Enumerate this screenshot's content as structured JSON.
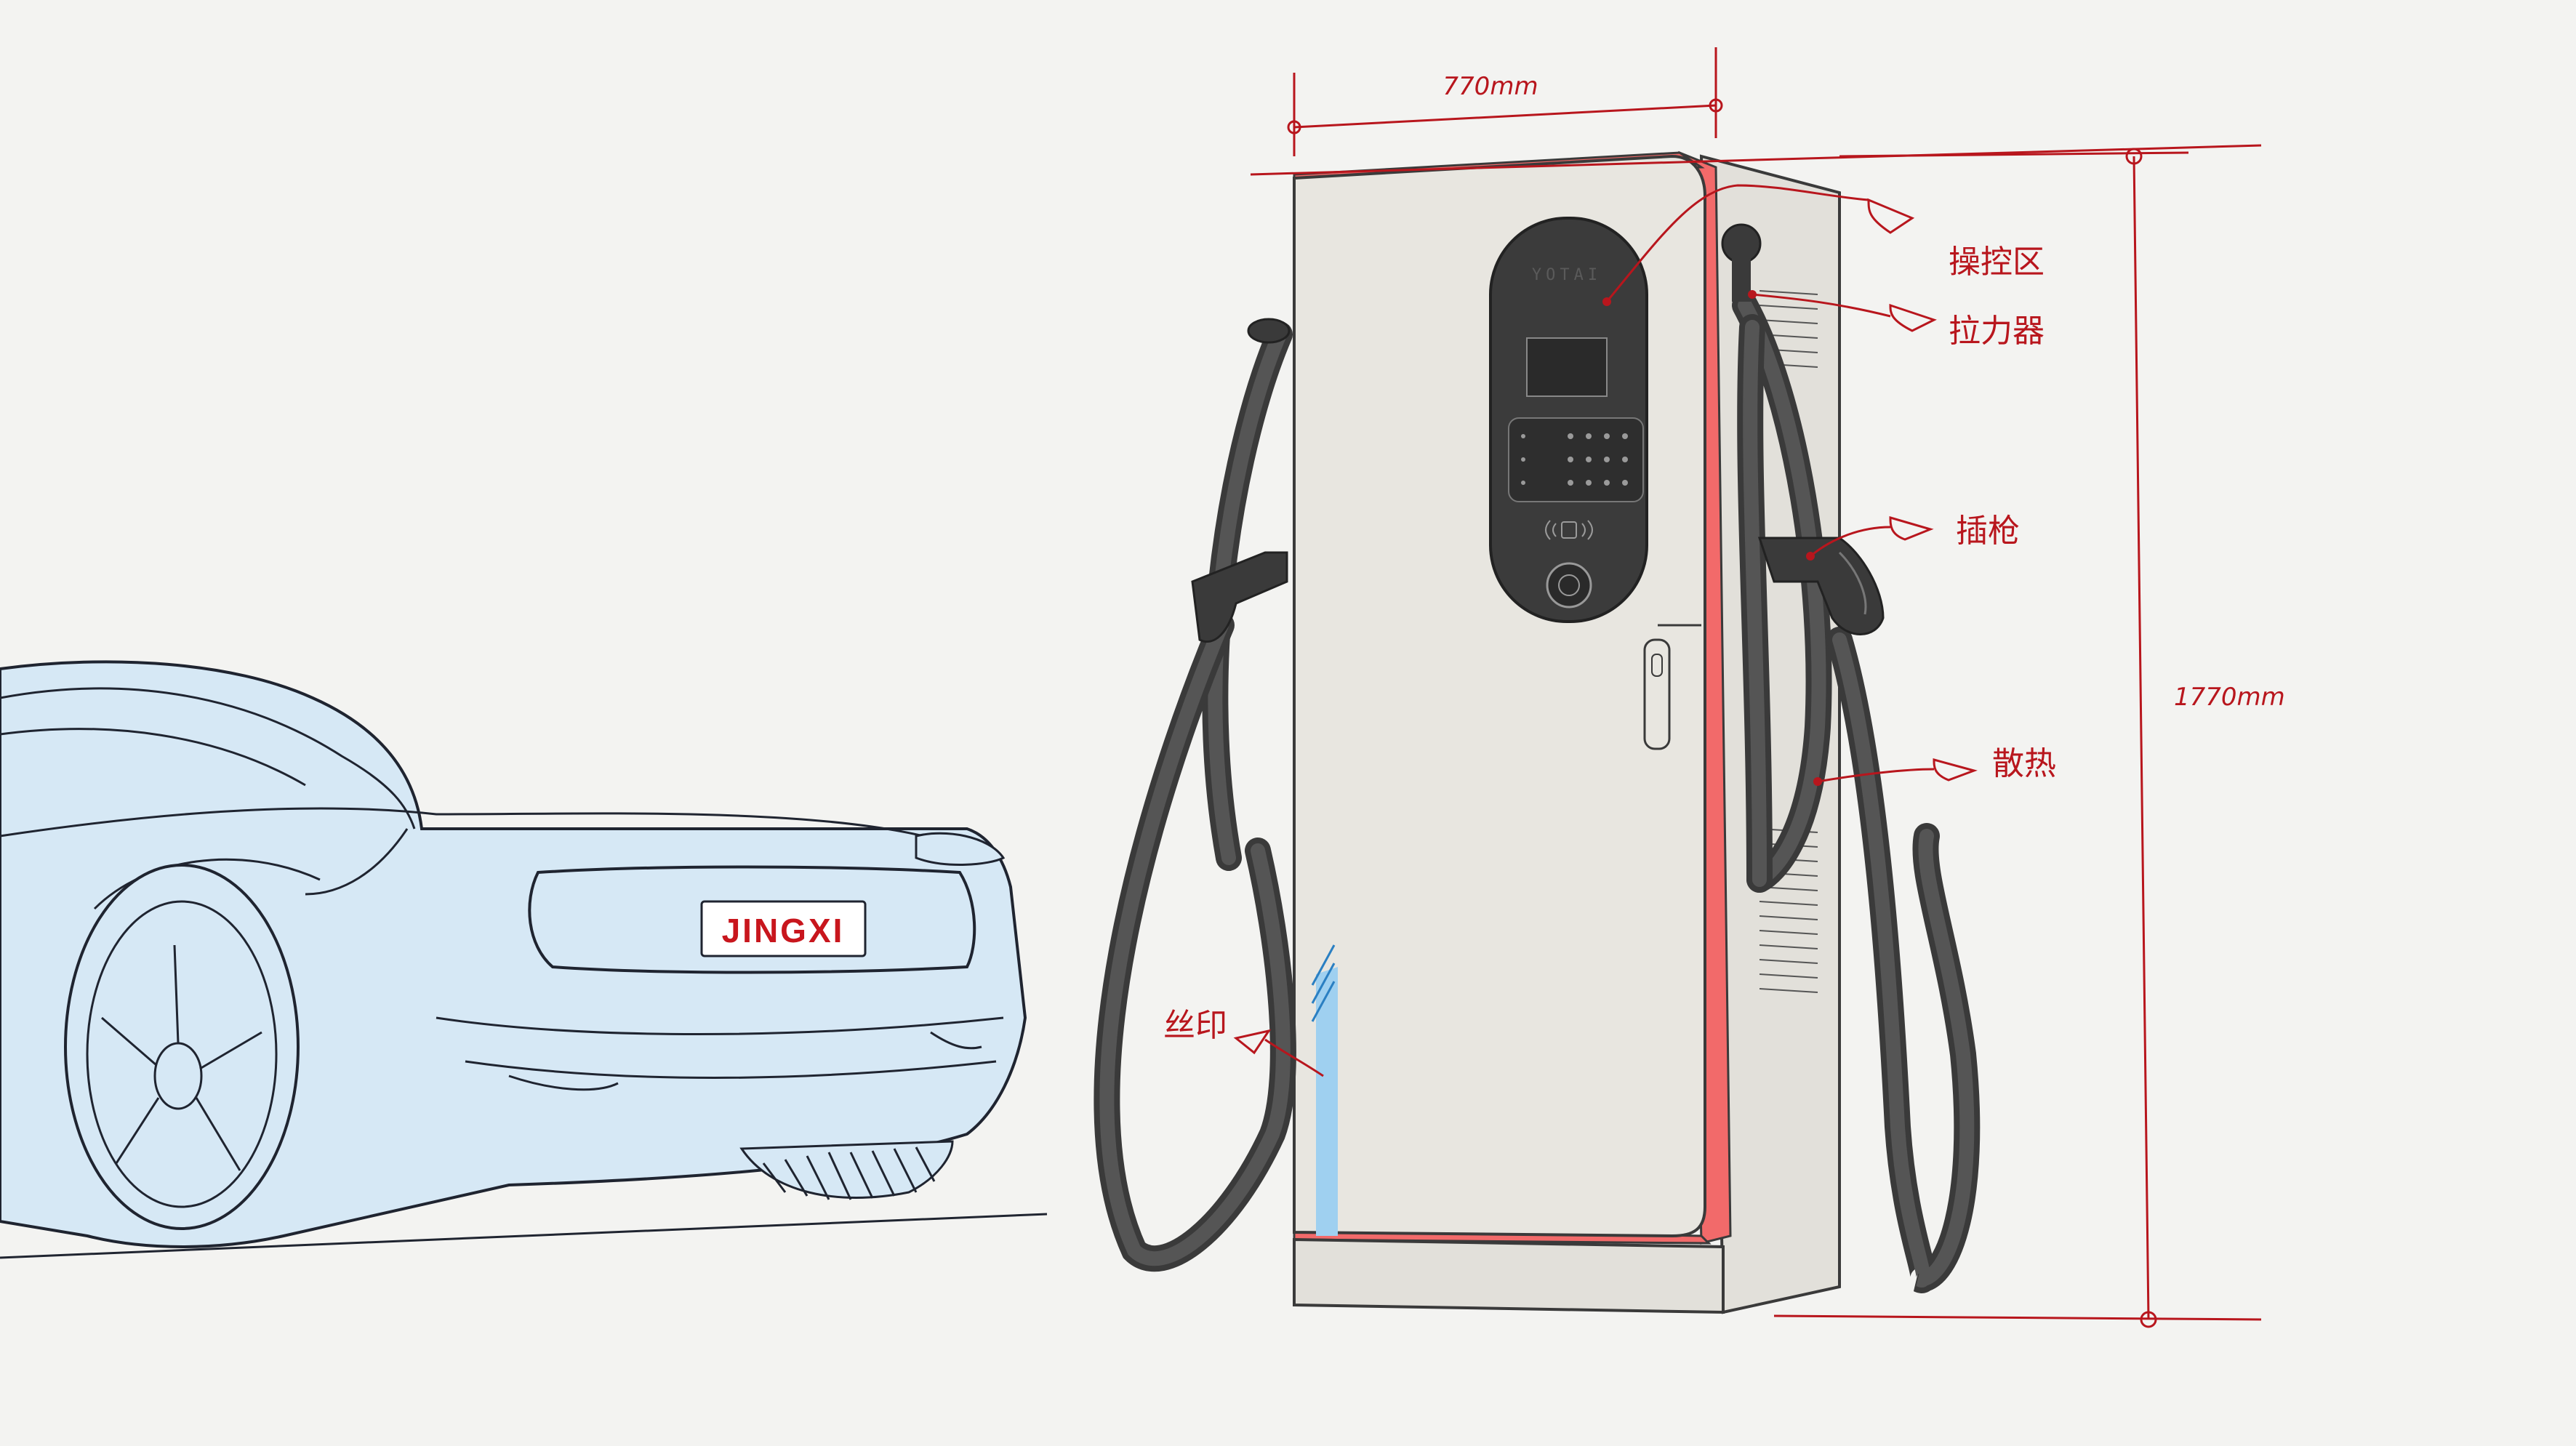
{
  "car": {
    "plate": "JINGXI"
  },
  "charger": {
    "brand": "YOTAI"
  },
  "dimensions": {
    "width": "770mm",
    "height": "1770mm"
  },
  "annotations": [
    {
      "id": "control",
      "label": "操控区"
    },
    {
      "id": "puller",
      "label": "拉力器"
    },
    {
      "id": "plug",
      "label": "插枪"
    },
    {
      "id": "cooling",
      "label": "散热"
    },
    {
      "id": "print",
      "label": "丝印"
    }
  ],
  "colors": {
    "annotation": "#b8161d",
    "car_fill": "#d6e8f5",
    "cabinet": "#e8e6e0",
    "accent": "#f26a6a",
    "cable": "#3a3a3a"
  }
}
